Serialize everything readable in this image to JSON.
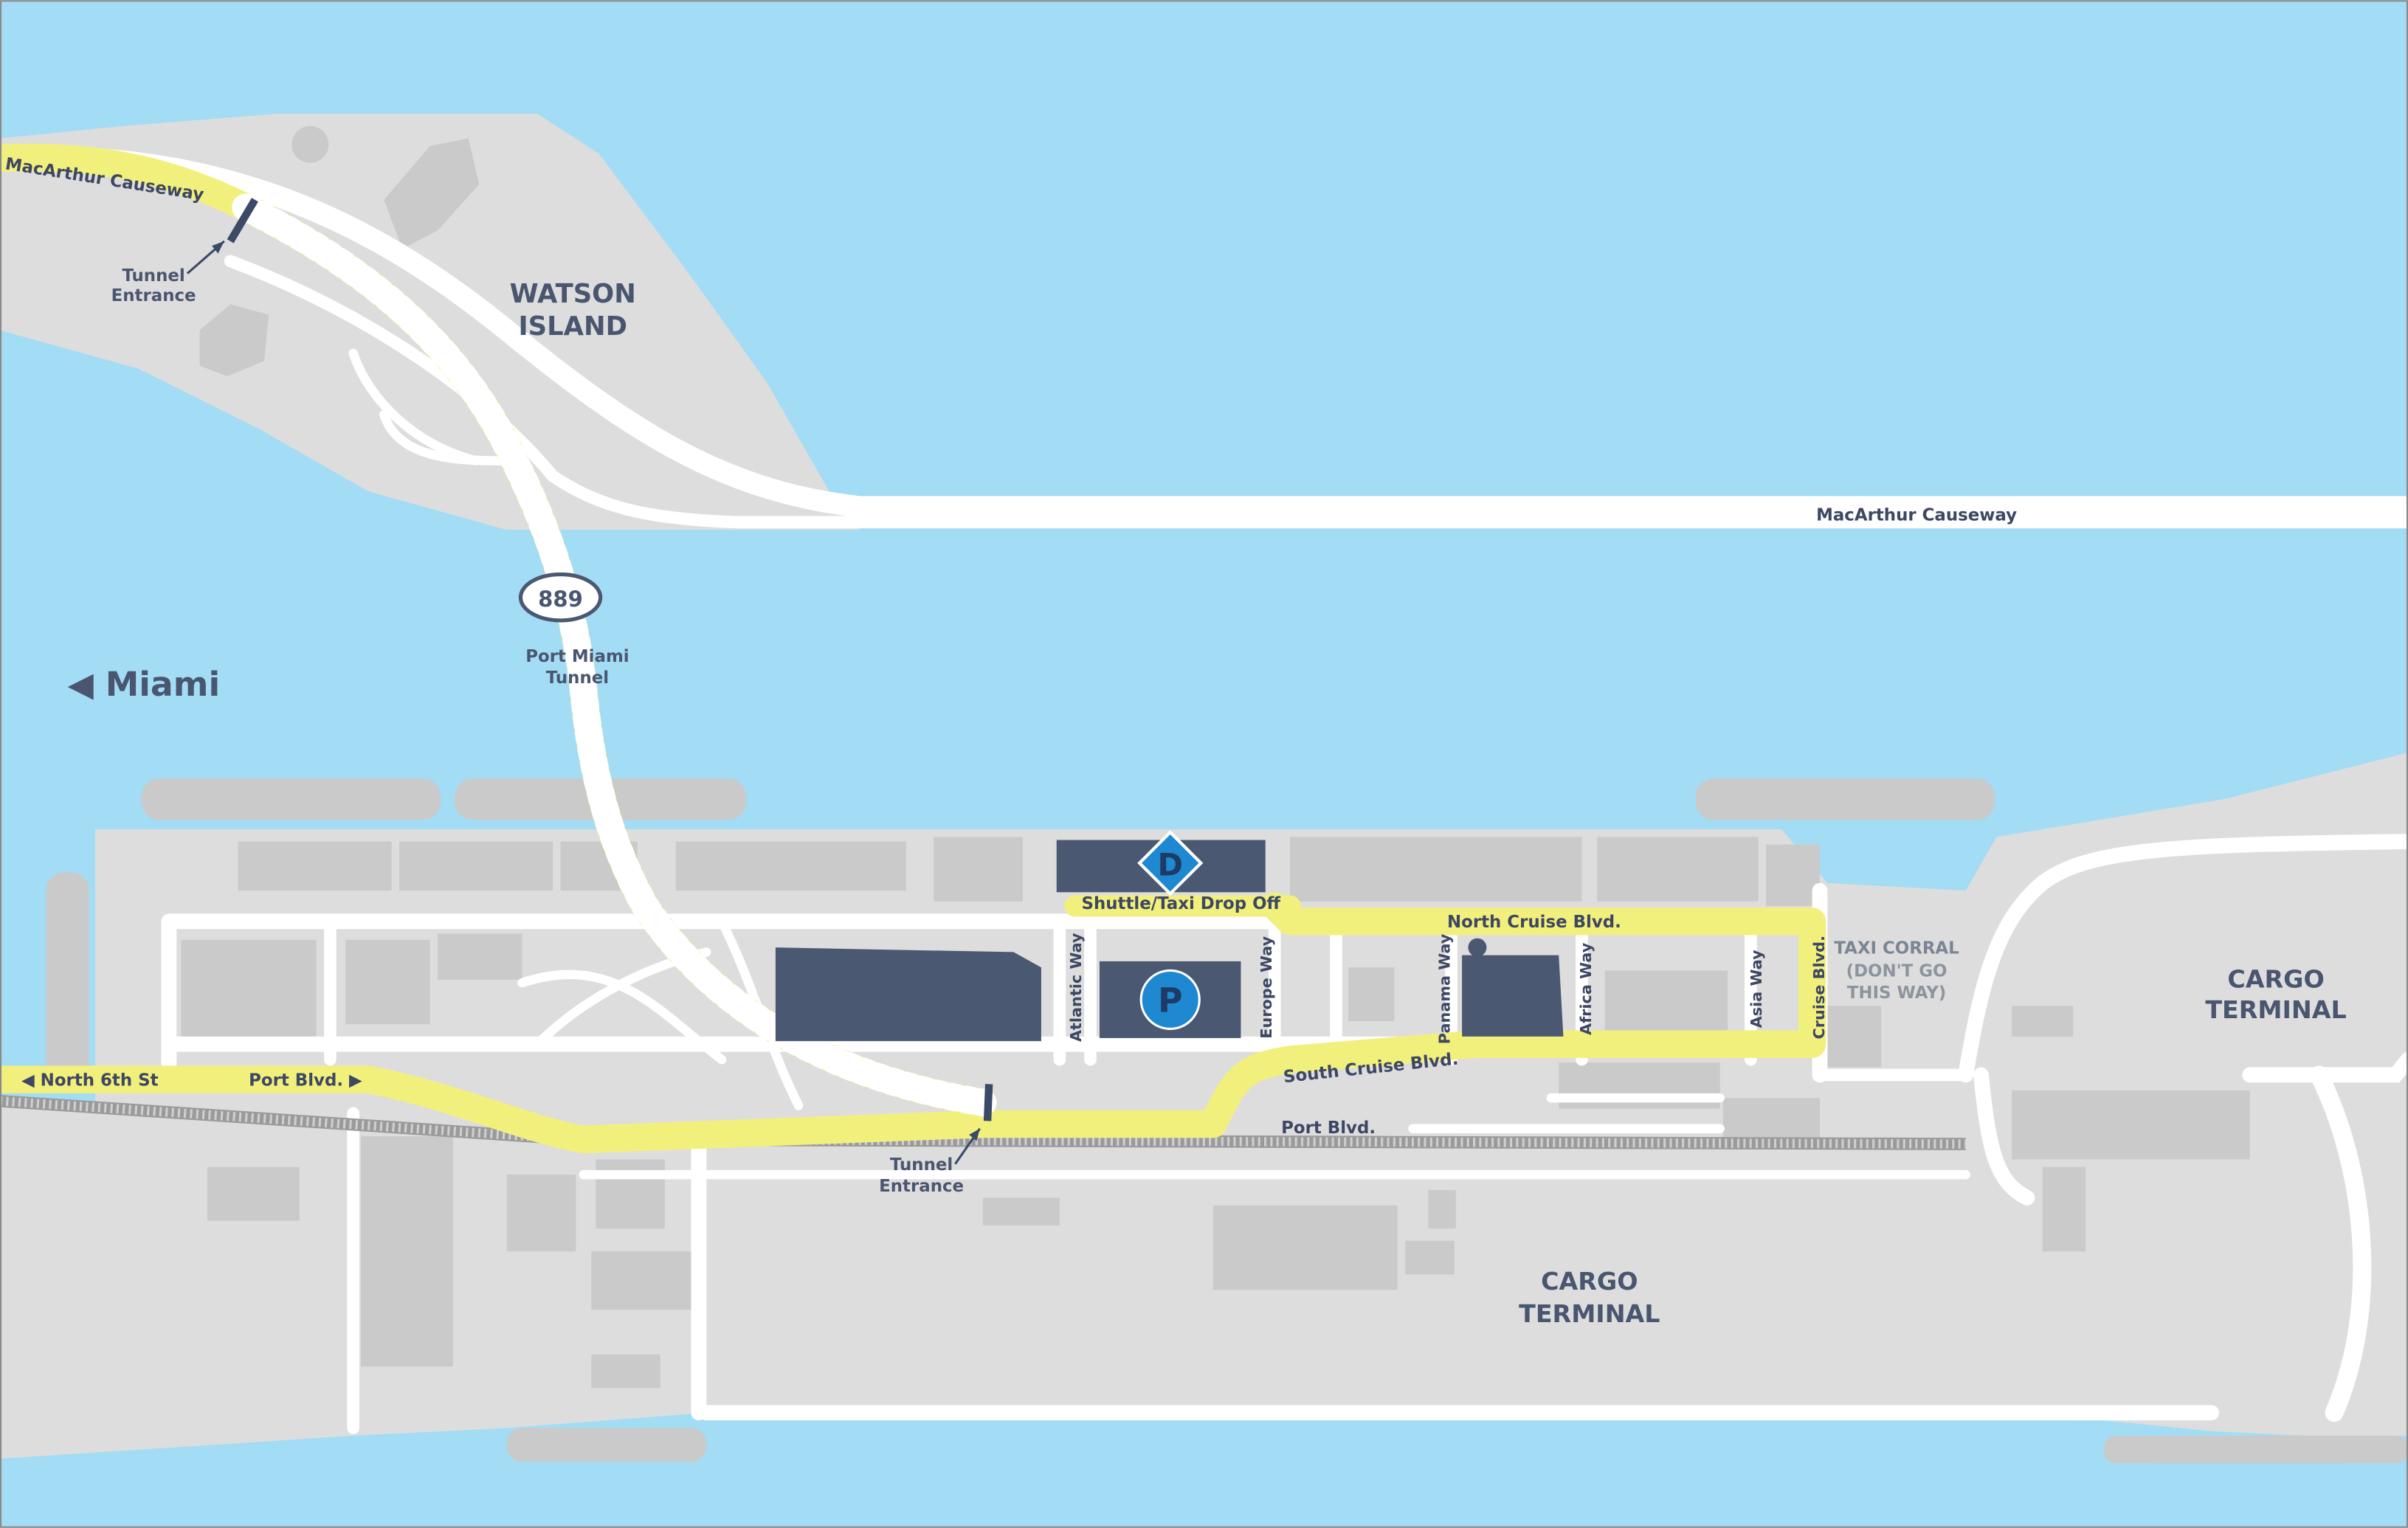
{
  "colors": {
    "water": "#a3dcf5",
    "land": "#dddddd",
    "block": "#c9c9c9",
    "road": "#ffffff",
    "route": "#f2f07c",
    "building": "#4b5872",
    "label": "#4a5670",
    "badge": "#1e88d0"
  },
  "labels": {
    "watson_island_1": "WATSON",
    "watson_island_2": "ISLAND",
    "macarthur_causeway_nw": "MacArthur Causeway",
    "macarthur_causeway_e": "MacArthur Causeway",
    "tunnel_entrance_nw_1": "Tunnel",
    "tunnel_entrance_nw_2": "Entrance",
    "route_shield": "889",
    "port_miami_tunnel_1": "Port Miami",
    "port_miami_tunnel_2": "Tunnel",
    "miami": "◀ Miami",
    "north_6th": "◀ North 6th St",
    "port_blvd_w": "Port Blvd. ▶",
    "port_blvd_s": "Port Blvd.",
    "tunnel_entrance_s_1": "Tunnel",
    "tunnel_entrance_s_2": "Entrance",
    "dropoff_badge": "D",
    "dropoff": "Shuttle/Taxi Drop Off",
    "parking_badge": "P",
    "north_cruise": "North Cruise Blvd.",
    "south_cruise": "South Cruise Blvd.",
    "atlantic_way": "Atlantic Way",
    "europe_way": "Europe Way",
    "panama_way": "Panama Way",
    "africa_way": "Africa Way",
    "asia_way": "Asia Way",
    "cruise_blvd": "Cruise Blvd.",
    "taxi_corral_1": "TAXI CORRAL",
    "taxi_corral_2": "(DON'T GO",
    "taxi_corral_3": "THIS WAY)",
    "cargo_terminal_e_1": "CARGO",
    "cargo_terminal_e_2": "TERMINAL",
    "cargo_terminal_s_1": "CARGO",
    "cargo_terminal_s_2": "TERMINAL"
  }
}
